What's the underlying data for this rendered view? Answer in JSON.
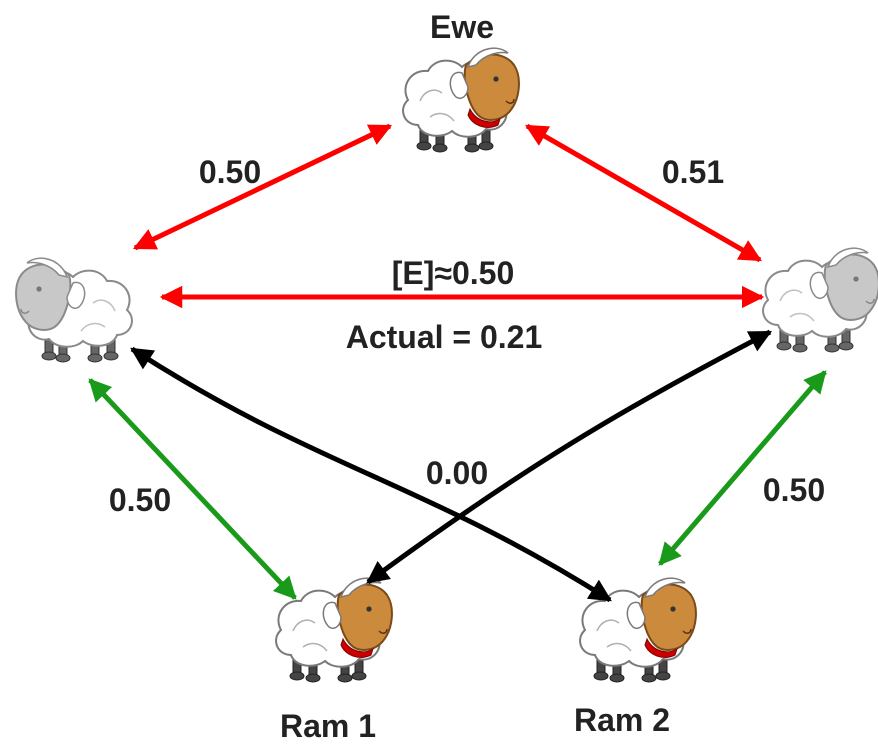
{
  "nodes": {
    "ewe": {
      "label": "Ewe"
    },
    "lamb_left": {
      "label": ""
    },
    "lamb_right": {
      "label": ""
    },
    "ram1": {
      "label": "Ram 1"
    },
    "ram2": {
      "label": "Ram 2"
    }
  },
  "edges": {
    "ewe_left": {
      "value": "0.50",
      "color": "#ff0000"
    },
    "ewe_right": {
      "value": "0.51",
      "color": "#ff0000"
    },
    "left_right": {
      "value": "[E]≈0.50",
      "actual": "Actual = 0.21",
      "color": "#ff0000"
    },
    "left_ram1": {
      "value": "0.50",
      "color": "#1a9a1a"
    },
    "right_ram2": {
      "value": "0.50",
      "color": "#1a9a1a"
    },
    "cross": {
      "value": "0.00",
      "color": "#000000"
    }
  },
  "colors": {
    "wool": "#ffffff",
    "wool_outline": "#7a7a7a",
    "face_tan": "#cc8a3c",
    "face_grey": "#c8c8c8",
    "collar": "#cc0000",
    "legs": "#555555"
  }
}
